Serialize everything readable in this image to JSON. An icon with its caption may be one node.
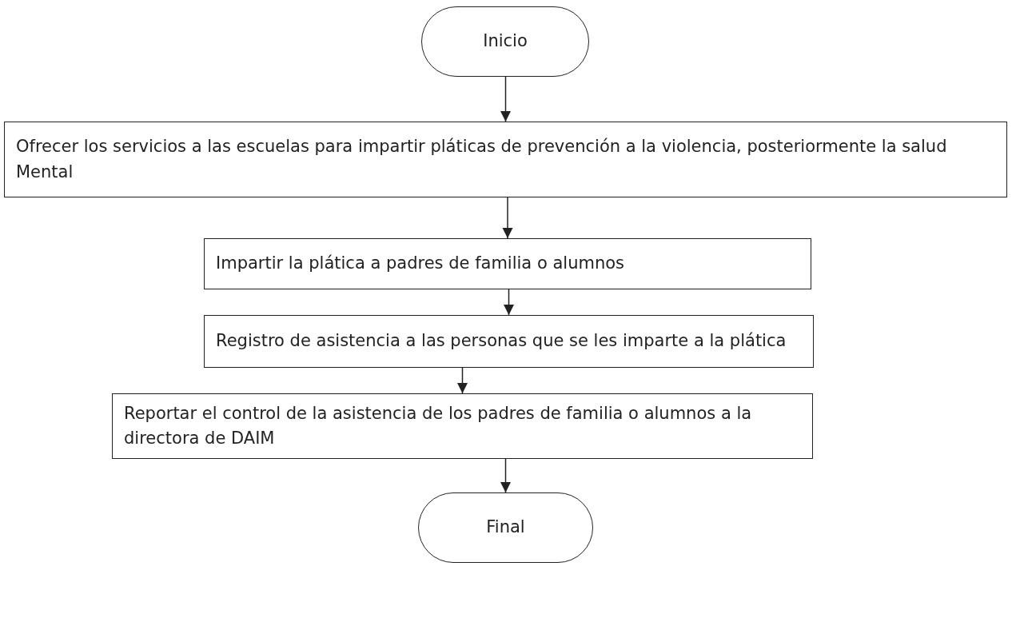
{
  "diagram": {
    "nodes": [
      {
        "text": [
          "Inicio"
        ]
      },
      {
        "text": [
          "Ofrecer los servicios a las escuelas para impartir pláticas de prevención a la violencia, posteriormente la salud Mental"
        ]
      },
      {
        "text": [
          "Impartir la plática a padres de familia o alumnos"
        ]
      },
      {
        "text": [
          "Registro de asistencia a las personas que se les imparte a la plática"
        ]
      },
      {
        "text": [
          "Reportar el control de la asistencia de los padres de familia o alumnos a la directora de DAIM"
        ]
      },
      {
        "text": [
          "Final"
        ]
      }
    ],
    "edges": [
      {
        "from": 0,
        "to": 1,
        "arrow": "to"
      },
      {
        "from": 1,
        "to": 2,
        "arrow": "to"
      },
      {
        "from": 2,
        "to": 3,
        "arrow": "to"
      },
      {
        "from": 3,
        "to": 4,
        "arrow": "to"
      },
      {
        "from": 4,
        "to": 5,
        "arrow": "to"
      }
    ]
  }
}
